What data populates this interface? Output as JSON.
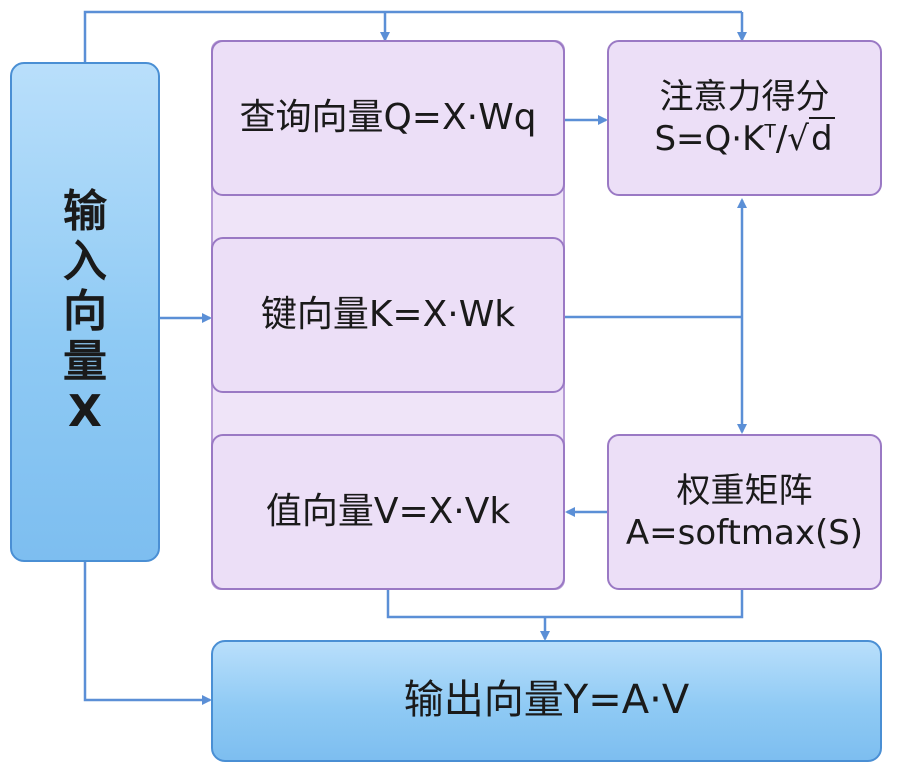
{
  "colors": {
    "arrow": "#5b8fd6",
    "blue_fill": "#8fcaf4",
    "blue_border": "#4a8fd4",
    "purple_fill": "#ecdff7",
    "purple_border": "#9a79c4"
  },
  "input": {
    "chars": [
      "输",
      "入",
      "向",
      "量",
      "X"
    ]
  },
  "query": {
    "label": "查询向量Q=X·Wq"
  },
  "key": {
    "label": "键向量K=X·Wk"
  },
  "value": {
    "label": "值向量V=X·Vk"
  },
  "score": {
    "title": "注意力得分",
    "formula_lhs": "S=Q·K",
    "formula_sup": "T",
    "formula_mid": "/√",
    "formula_rad": "d"
  },
  "weights": {
    "title": "权重矩阵",
    "formula": "A=softmax(S)"
  },
  "output": {
    "label": "输出向量Y=A·V"
  }
}
